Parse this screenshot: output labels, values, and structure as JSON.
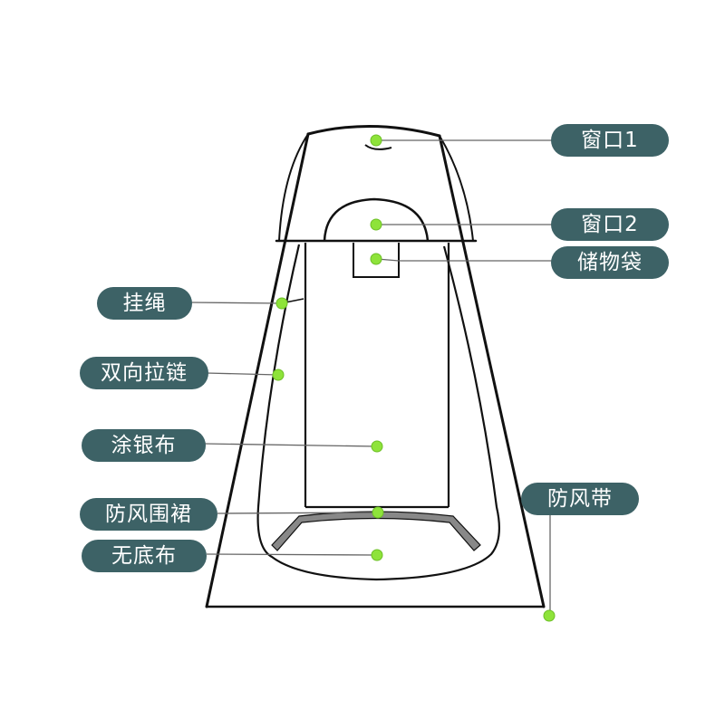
{
  "colors": {
    "label_bg": "#3d6266",
    "label_text": "#ffffff",
    "marker": "#8ee33a",
    "outline": "#111111",
    "leader": "#666666"
  },
  "labels": {
    "window1": "窗口1",
    "window2": "窗口2",
    "storage_bag": "储物袋",
    "hanging_rope": "挂绳",
    "two_way_zipper": "双向拉链",
    "silver_coated_fabric": "涂银布",
    "windproof_skirt": "防风围裙",
    "no_bottom_fabric": "无底布",
    "windproof_strap": "防风带"
  }
}
